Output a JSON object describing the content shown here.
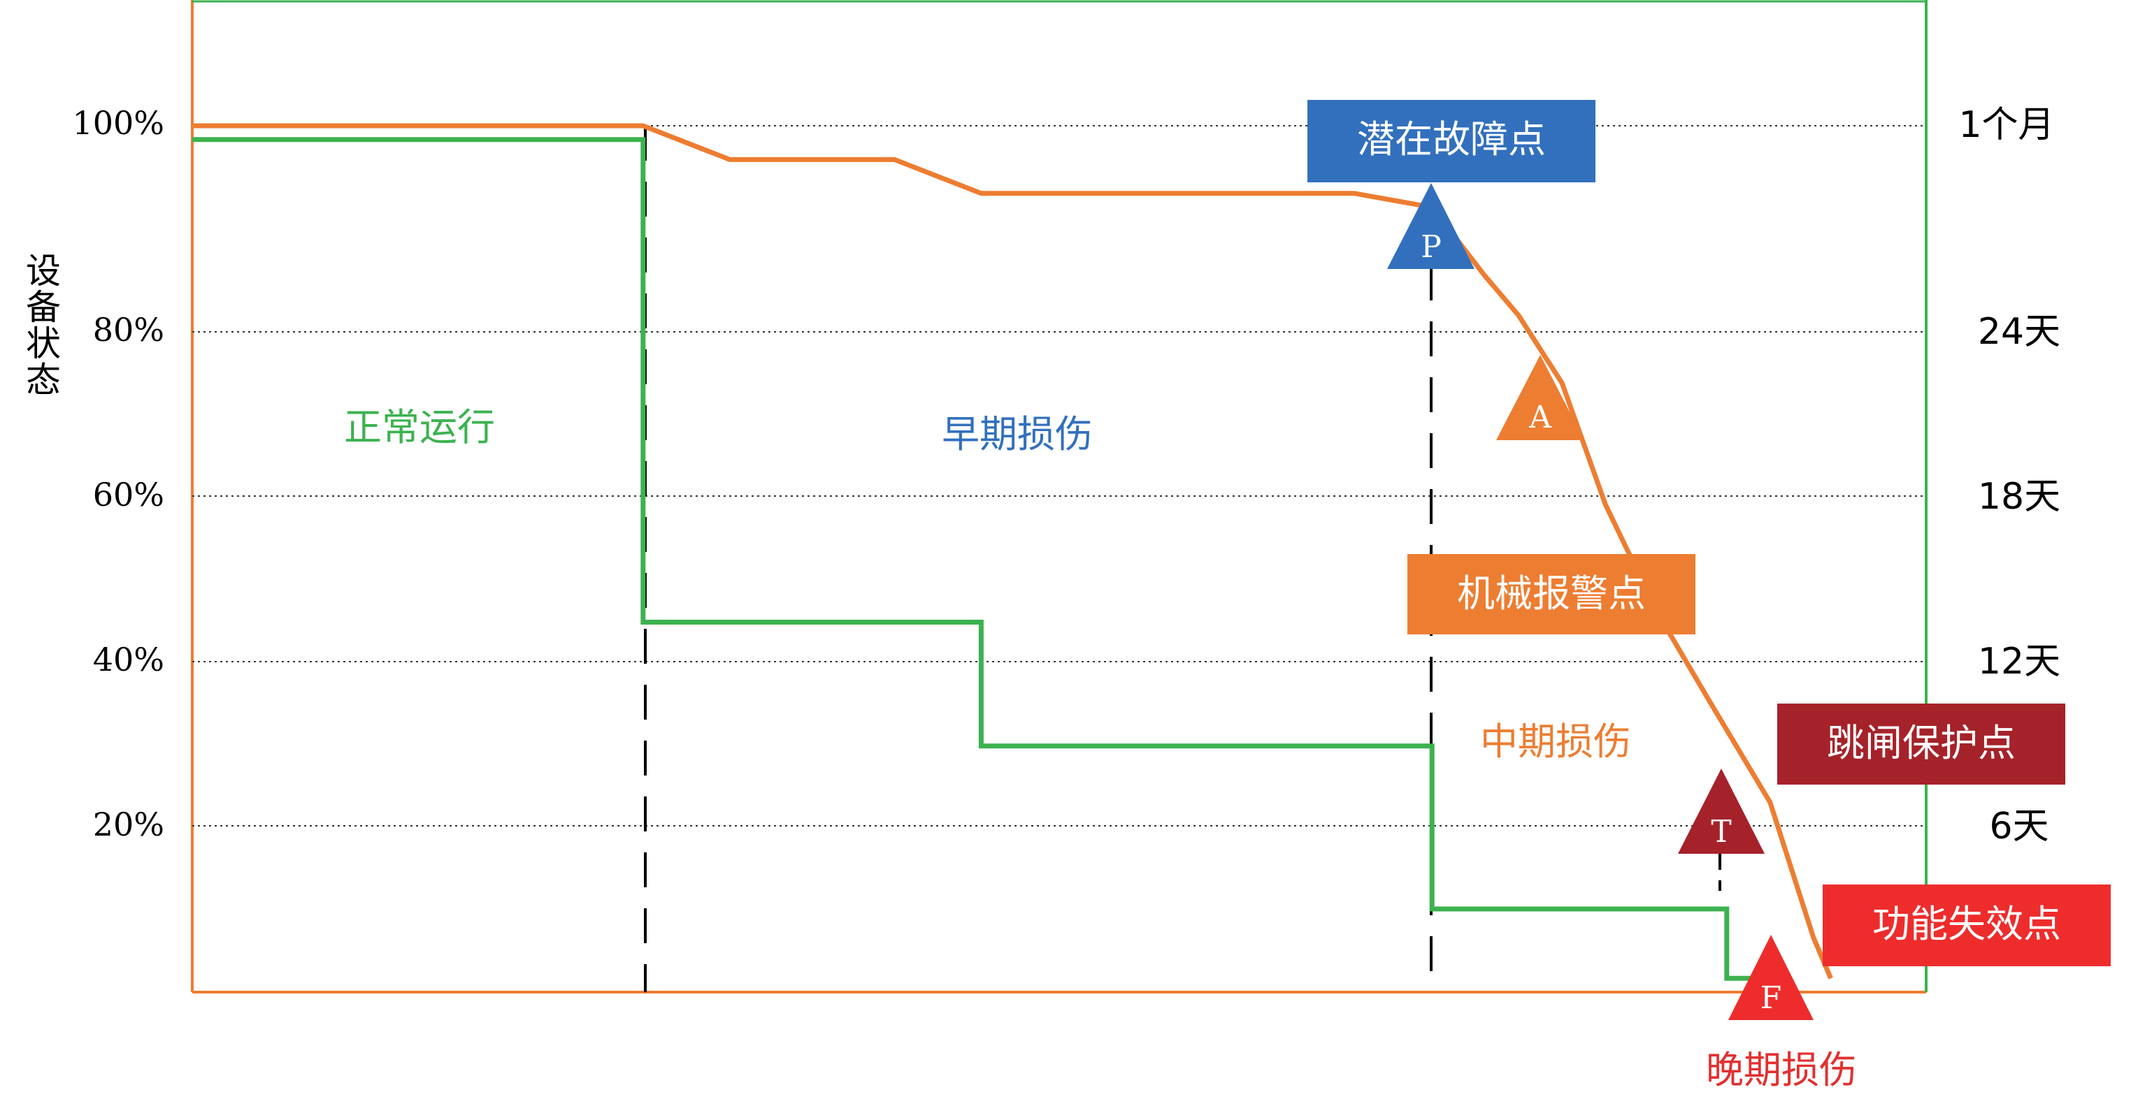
{
  "chart_data": {
    "type": "line",
    "ylabel": "设备状态",
    "y_ticks_left": [
      "100%",
      "80%",
      "60%",
      "40%",
      "20%"
    ],
    "y_ticks_right": [
      "1个月",
      "24天",
      "18天",
      "12天",
      "6天"
    ],
    "grid": "dotted horizontal",
    "series": [
      {
        "color": "#ed7d31",
        "points": [
          [
            0,
            100
          ],
          [
            26,
            100
          ],
          [
            31,
            96.1
          ],
          [
            40.5,
            96.1
          ],
          [
            45.5,
            92.2
          ],
          [
            67,
            92.2
          ],
          [
            71.5,
            90.6
          ],
          [
            74.5,
            82.8
          ],
          [
            76.5,
            78.1
          ],
          [
            79,
            70.3
          ],
          [
            81.5,
            56.3
          ],
          [
            84.5,
            43.8
          ],
          [
            87.5,
            33.6
          ],
          [
            91,
            21.9
          ],
          [
            93.5,
            6.3
          ],
          [
            94.5,
            1.6
          ]
        ]
      },
      {
        "color": "#3cb24f",
        "points": [
          [
            0,
            98.4
          ],
          [
            26,
            98.4
          ],
          [
            26,
            42.7
          ],
          [
            45.5,
            42.7
          ],
          [
            45.5,
            28.4
          ],
          [
            71.5,
            28.4
          ],
          [
            71.5,
            9.6
          ],
          [
            88.5,
            9.6
          ],
          [
            88.5,
            1.6
          ],
          [
            92,
            1.6
          ]
        ]
      }
    ],
    "phase_dividers_x": [
      26,
      71.5,
      88.5
    ]
  },
  "phases": {
    "normal": "正常运行",
    "early": "早期损伤",
    "middle": "中期损伤",
    "late": "晚期损伤"
  },
  "points": {
    "P": {
      "marker": "P",
      "label": "潜在故障点",
      "color": "#3270bd"
    },
    "A": {
      "marker": "A",
      "label": "机械报警点",
      "color": "#ed7d31"
    },
    "T": {
      "marker": "T",
      "label": "跳闸保护点",
      "color": "#a5222a"
    },
    "F": {
      "marker": "F",
      "label": "功能失效点",
      "color": "#ee2c2c"
    }
  },
  "colors": {
    "orange": "#ed7d31",
    "green": "#3cb24f",
    "blue_text": "#3270bd",
    "late_text": "#e23030"
  }
}
